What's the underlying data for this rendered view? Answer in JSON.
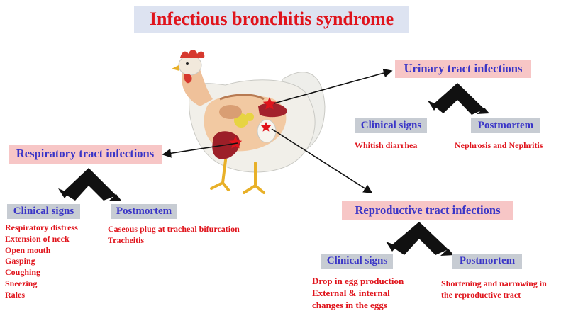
{
  "title": "Infectious bronchitis syndrome",
  "urinary": {
    "heading": "Urinary tract infections",
    "clinical_label": "Clinical signs",
    "postmortem_label": "Postmortem",
    "clinical_signs": [
      "Whitish  diarrhea"
    ],
    "postmortem": [
      "Nephrosis  and Nephritis"
    ]
  },
  "respiratory": {
    "heading": "Respiratory tract infections",
    "clinical_label": "Clinical signs",
    "postmortem_label": "Postmortem",
    "clinical_signs": [
      "Respiratory distress",
      "Extension  of neck",
      "Open mouth",
      "Gasping",
      "Coughing",
      "Sneezing",
      "Rales"
    ],
    "postmortem": [
      "Caseous plug at tracheal bifurcation",
      "Tracheitis"
    ]
  },
  "reproductive": {
    "heading": "Reproductive tract infections",
    "clinical_label": "Clinical signs",
    "postmortem_label": "Postmortem",
    "clinical_signs": [
      "Drop in egg production",
      "External & internal",
      "changes in the eggs"
    ],
    "postmortem": [
      "Shortening and narrowing in",
      "the reproductive tract"
    ]
  },
  "colors": {
    "title_text": "#e0141c",
    "heading_text": "#3a35c7",
    "title_bg": "#dde3f1",
    "section_bg": "#f7c6c6",
    "sub_bg": "#c7ccd3",
    "star": "#e0141c"
  },
  "illustration": "chicken-anatomy-icon"
}
